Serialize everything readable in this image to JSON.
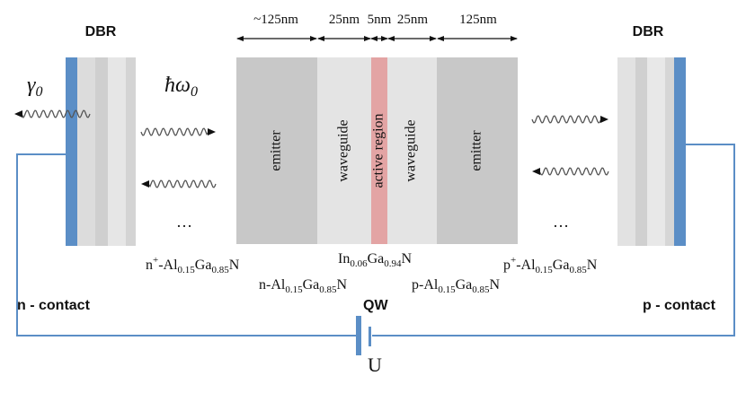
{
  "colors": {
    "dbr_blue": "#5b8ec6",
    "emitter_gray": "#c8c8c8",
    "waveguide_gray": "#e4e4e4",
    "active_red": "#e3a4a4",
    "wire_blue": "#5b8ec6",
    "text": "#111111"
  },
  "labels": {
    "dbr_left": "DBR",
    "dbr_right": "DBR",
    "gamma": "γ",
    "gamma_sub": "0",
    "hbar_omega": "ħω",
    "hbar_omega_sub": "0",
    "n_contact": "n - contact",
    "p_contact": "p - contact",
    "qw": "QW",
    "voltage": "U",
    "ellipsis_left": "…",
    "ellipsis_right": "…"
  },
  "dimensions": {
    "emitter_n": "~125nm",
    "waveguide_n": "25nm",
    "active": "5nm",
    "waveguide_p": "25nm",
    "emitter_p": "125nm"
  },
  "layers": {
    "emitter_n": "emitter",
    "waveguide_n": "waveguide",
    "active": "active region",
    "waveguide_p": "waveguide",
    "emitter_p": "emitter"
  },
  "materials": {
    "n_plus": {
      "pre": "n",
      "sup": "+",
      "a": "-Al",
      "x": "0.15",
      "b": "Ga",
      "y": "0.85",
      "c": "N"
    },
    "n": {
      "pre": "n-Al",
      "x": "0.15",
      "b": "Ga",
      "y": "0.85",
      "c": "N"
    },
    "ingan": {
      "pre": "In",
      "x": "0.06",
      "b": "Ga",
      "y": "0.94",
      "c": "N"
    },
    "p": {
      "pre": "p-Al",
      "x": "0.15",
      "b": "Ga",
      "y": "0.85",
      "c": "N"
    },
    "p_plus": {
      "pre": "p",
      "sup": "+",
      "a": "-Al",
      "x": "0.15",
      "b": "Ga",
      "y": "0.85",
      "c": "N"
    }
  }
}
